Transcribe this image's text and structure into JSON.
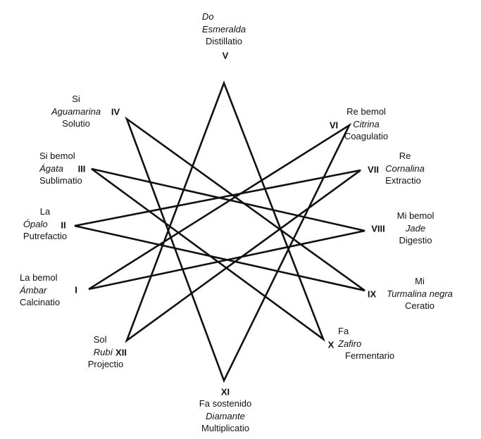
{
  "points": [
    {
      "numeral": "I",
      "note": "La bemol",
      "stone": "Ámbar",
      "operation": "Calcinatio"
    },
    {
      "numeral": "II",
      "note": "La",
      "stone": "Ópalo",
      "operation": "Putrefactio"
    },
    {
      "numeral": "III",
      "note": "Si bemol",
      "stone": "Ágata",
      "operation": "Sublimatio"
    },
    {
      "numeral": "IV",
      "note": "Si",
      "stone": "Aguamarina",
      "operation": "Solutio"
    },
    {
      "numeral": "V",
      "note": "Do",
      "stone": "Esmeralda",
      "operation": "Distillatio"
    },
    {
      "numeral": "VI",
      "note": "Re bemol",
      "stone": "Citrina",
      "operation": "Coagulatio"
    },
    {
      "numeral": "VII",
      "note": "Re",
      "stone": "Cornalina",
      "operation": "Extractio"
    },
    {
      "numeral": "VIII",
      "note": "Mi bemol",
      "stone": "Jade",
      "operation": "Digestio"
    },
    {
      "numeral": "IX",
      "note": "Mi",
      "stone": "Turmalina negra",
      "operation": "Ceratio"
    },
    {
      "numeral": "X",
      "note": "Fa",
      "stone": "Zafiro",
      "operation": "Fermentario"
    },
    {
      "numeral": "XI",
      "note": "Fa sostenido",
      "stone": "Diamante",
      "operation": "Multiplicatio"
    },
    {
      "numeral": "XII",
      "note": "Sol",
      "stone": "Rubí",
      "operation": "Projectio"
    }
  ],
  "star": {
    "vertices": 12,
    "step": 5,
    "stroke_color": "#111111"
  }
}
